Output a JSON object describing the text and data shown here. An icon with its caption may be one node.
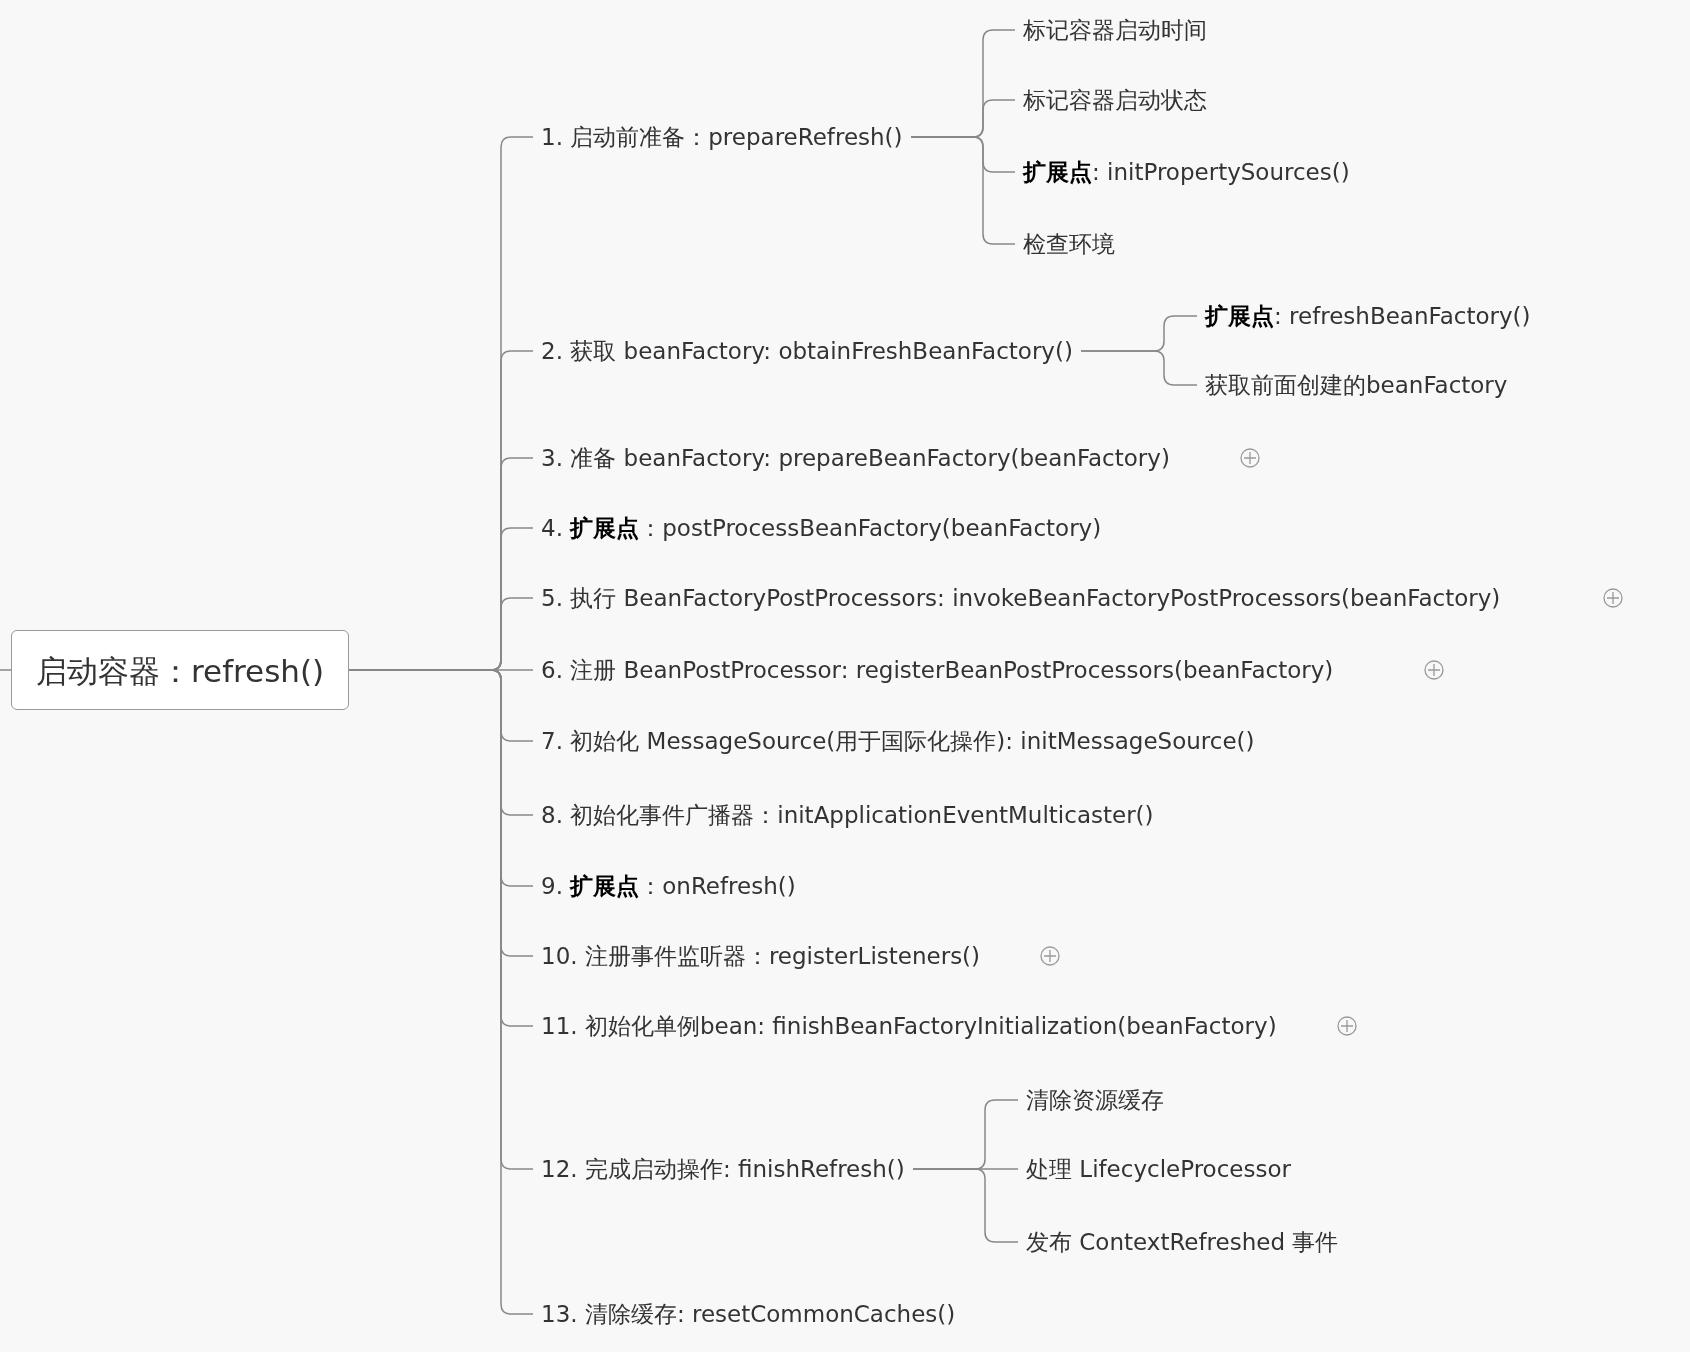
{
  "diagram": {
    "nodes": [
      {
        "text": [
          "启动容器：refresh()"
        ]
      },
      {
        "text": [
          "1. 启动前准备：prepareRefresh()"
        ]
      },
      {
        "text": [
          "标记容器启动时间"
        ]
      },
      {
        "text": [
          "标记容器启动状态"
        ]
      },
      {
        "text": [
          "**扩展点**: initPropertySources()"
        ]
      },
      {
        "text": [
          "检查环境"
        ]
      },
      {
        "text": [
          "2. 获取 beanFactory: obtainFreshBeanFactory()"
        ]
      },
      {
        "text": [
          "**扩展点**: refreshBeanFactory()"
        ]
      },
      {
        "text": [
          "获取前面创建的beanFactory"
        ]
      },
      {
        "text": [
          "3. 准备 beanFactory: prepareBeanFactory(beanFactory)"
        ]
      },
      {
        "text": [
          "4. **扩展点**：postProcessBeanFactory(beanFactory)"
        ]
      },
      {
        "text": [
          "5. 执行 BeanFactoryPostProcessors: invokeBeanFactoryPostProcessors(beanFactory)"
        ]
      },
      {
        "text": [
          "6. 注册 BeanPostProcessor: registerBeanPostProcessors(beanFactory)"
        ]
      },
      {
        "text": [
          "7. 初始化 MessageSource(用于国际化操作): initMessageSource()"
        ]
      },
      {
        "text": [
          "8. 初始化事件广播器：initApplicationEventMulticaster()"
        ]
      },
      {
        "text": [
          "9. **扩展点**：onRefresh()"
        ]
      },
      {
        "text": [
          "10. 注册事件监听器：registerListeners()"
        ]
      },
      {
        "text": [
          "11. 初始化单例bean: finishBeanFactoryInitialization(beanFactory)"
        ]
      },
      {
        "text": [
          "12. 完成启动操作: finishRefresh()"
        ]
      },
      {
        "text": [
          "清除资源缓存"
        ]
      },
      {
        "text": [
          "处理 LifecycleProcessor"
        ]
      },
      {
        "text": [
          "发布 ContextRefreshed 事件"
        ]
      },
      {
        "text": [
          "13. 清除缓存: resetCommonCaches()"
        ]
      }
    ],
    "edges": [
      {
        "from": 0,
        "to": 1,
        "arrow": "none"
      },
      {
        "from": 1,
        "to": 2,
        "arrow": "none"
      },
      {
        "from": 1,
        "to": 3,
        "arrow": "none"
      },
      {
        "from": 1,
        "to": 4,
        "arrow": "none"
      },
      {
        "from": 1,
        "to": 5,
        "arrow": "none"
      },
      {
        "from": 0,
        "to": 6,
        "arrow": "none"
      },
      {
        "from": 6,
        "to": 7,
        "arrow": "none"
      },
      {
        "from": 6,
        "to": 8,
        "arrow": "none"
      },
      {
        "from": 0,
        "to": 9,
        "arrow": "none"
      },
      {
        "from": 0,
        "to": 10,
        "arrow": "none"
      },
      {
        "from": 0,
        "to": 11,
        "arrow": "none"
      },
      {
        "from": 0,
        "to": 12,
        "arrow": "none"
      },
      {
        "from": 0,
        "to": 13,
        "arrow": "none"
      },
      {
        "from": 0,
        "to": 14,
        "arrow": "none"
      },
      {
        "from": 0,
        "to": 15,
        "arrow": "none"
      },
      {
        "from": 0,
        "to": 16,
        "arrow": "none"
      },
      {
        "from": 0,
        "to": 17,
        "arrow": "none"
      },
      {
        "from": 0,
        "to": 18,
        "arrow": "none"
      },
      {
        "from": 18,
        "to": 19,
        "arrow": "none"
      },
      {
        "from": 18,
        "to": 20,
        "arrow": "none"
      },
      {
        "from": 18,
        "to": 21,
        "arrow": "none"
      },
      {
        "from": 0,
        "to": 22,
        "arrow": "none"
      }
    ]
  }
}
